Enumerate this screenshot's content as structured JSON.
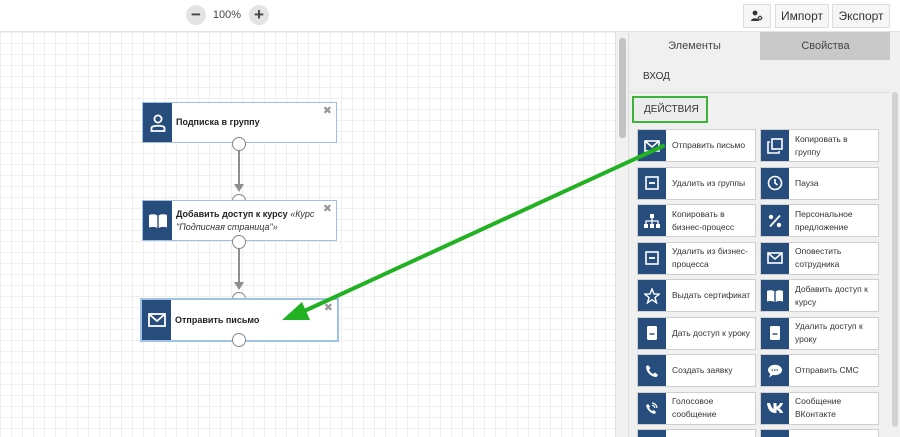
{
  "toolbar": {
    "zoom_out": "−",
    "zoom_in": "+",
    "zoom_level": "100%",
    "user_icon": "users-icon",
    "import_label": "Импорт",
    "export_label": "Экспорт"
  },
  "canvas": {
    "nodes": [
      {
        "title": "Подписка в группу",
        "icon": "user-icon"
      },
      {
        "title": "Добавить доступ к курсу",
        "detail": "«Курс \"Подписная страница\"»",
        "icon": "book-icon"
      },
      {
        "title": "Отправить письмо",
        "icon": "envelope-icon"
      }
    ]
  },
  "panel": {
    "tabs": [
      "Элементы",
      "Свойства"
    ],
    "active_tab": "Элементы",
    "section_input": "ВХОД",
    "section_actions": "ДЕЙСТВИЯ",
    "actions": [
      {
        "label": "Отправить письмо",
        "icon": "envelope-icon"
      },
      {
        "label": "Копировать в группу",
        "icon": "copy-icon"
      },
      {
        "label": "Удалить из группы",
        "icon": "minus-box-icon"
      },
      {
        "label": "Пауза",
        "icon": "clock-icon"
      },
      {
        "label": "Копировать в бизнес-процесс",
        "icon": "org-chart-icon"
      },
      {
        "label": "Персональное предложение",
        "icon": "percent-icon"
      },
      {
        "label": "Удалить из бизнес-процесса",
        "icon": "minus-box-icon"
      },
      {
        "label": "Оповестить сотрудника",
        "icon": "envelope-icon"
      },
      {
        "label": "Выдать сертификат",
        "icon": "star-icon"
      },
      {
        "label": "Добавить доступ к курсу",
        "icon": "book-icon"
      },
      {
        "label": "Дать доступ к уроку",
        "icon": "lesson-icon"
      },
      {
        "label": "Удалить доступ к уроку",
        "icon": "lesson-icon"
      },
      {
        "label": "Создать заявку",
        "icon": "phone-icon"
      },
      {
        "label": "Отправить СМС",
        "icon": "sms-icon"
      },
      {
        "label": "Голосовое сообщение",
        "icon": "voice-call-icon"
      },
      {
        "label": "Сообщение ВКонтакте",
        "icon": "vk-icon"
      }
    ]
  },
  "colors": {
    "icon_bg": "#264d7c",
    "highlight": "#3cb43c",
    "arrow": "#22b122"
  }
}
